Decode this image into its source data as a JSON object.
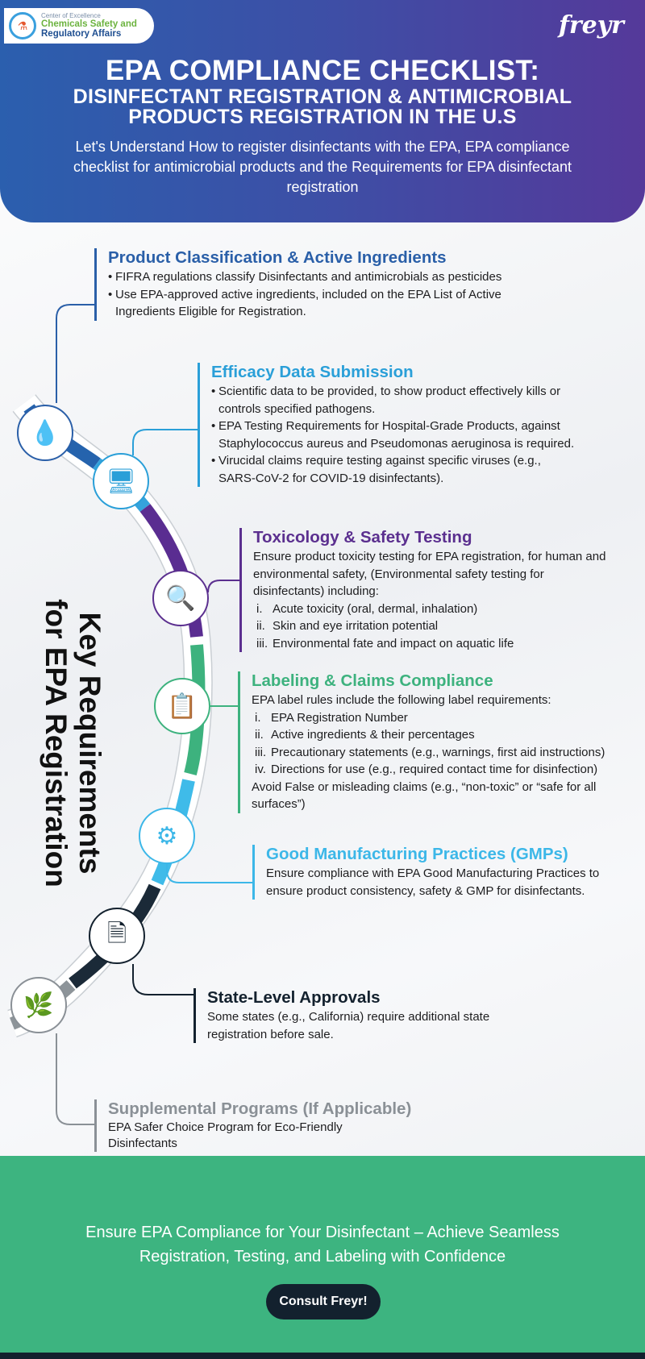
{
  "header": {
    "logo": {
      "small": "Center of Excellence",
      "line1": "Chemicals Safety and",
      "line2": "Regulatory Affairs"
    },
    "brand": "freyr",
    "title_line1": "EPA COMPLIANCE CHECKLIST:",
    "title_line2": "DISINFECTANT REGISTRATION & ANTIMICROBIAL",
    "title_line3": "PRODUCTS REGISTRATION IN THE U.S",
    "subtitle": "Let's Understand How to register disinfectants with the EPA, EPA compliance checklist for antimicrobial products and the Requirements for EPA disinfectant registration"
  },
  "side_title": {
    "line1": "Key Requirements",
    "line2": "for EPA Registration"
  },
  "colors": {
    "s1": "#2a5fa8",
    "s2": "#2a9fd8",
    "s3": "#5b2f8f",
    "s4": "#3db27e",
    "s5": "#3cb7e8",
    "s6": "#13212e",
    "s7": "#8a9096",
    "footer": "#3db480"
  },
  "sections": [
    {
      "title": "Product Classification & Active Ingredients",
      "icon": "droplet-molecule-icon",
      "items": [
        "FIFRA regulations classify Disinfectants and antimicrobials as pesticides",
        "Use EPA-approved active ingredients, included on the EPA List of Active Ingredients Eligible for Registration."
      ]
    },
    {
      "title": "Efficacy Data Submission",
      "icon": "computer-upload-icon",
      "items": [
        "Scientific data to be provided, to show product effectively kills or controls specified pathogens.",
        "EPA Testing Requirements for Hospital-Grade Products, against Staphylococcus aureus and Pseudomonas aeruginosa is required.",
        "Virucidal claims require testing against specific viruses (e.g., SARS-CoV-2 for COVID-19 disinfectants)."
      ]
    },
    {
      "title": "Toxicology & Safety Testing",
      "icon": "test-tube-magnifier-icon",
      "intro": "Ensure product toxicity testing for EPA registration, for human and environmental safety, (Environmental safety testing for disinfectants) including:",
      "items": [
        {
          "n": "i.",
          "t": "Acute toxicity (oral, dermal, inhalation)"
        },
        {
          "n": "ii.",
          "t": "Skin and eye irritation potential"
        },
        {
          "n": "iii.",
          "t": "Environmental fate and impact on aquatic life"
        }
      ]
    },
    {
      "title": "Labeling & Claims Compliance",
      "icon": "label-bottle-icon",
      "intro": "EPA label rules include the following label requirements:",
      "items": [
        {
          "n": "i.",
          "t": "EPA Registration Number"
        },
        {
          "n": "ii.",
          "t": "Active ingredients & their percentages"
        },
        {
          "n": "iii.",
          "t": "Precautionary statements (e.g., warnings, first aid instructions)"
        },
        {
          "n": "iv.",
          "t": "Directions for use (e.g., required contact time for disinfection)"
        }
      ],
      "outro": "Avoid False or misleading claims (e.g., “non-toxic” or “safe for all surfaces”)"
    },
    {
      "title": "Good Manufacturing Practices (GMPs)",
      "icon": "gear-conveyor-icon",
      "text": "Ensure compliance with EPA Good Manufacturing Practices to ensure product consistency, safety & GMP for disinfectants."
    },
    {
      "title": "State-Level Approvals",
      "icon": "document-stamp-icon",
      "text": "Some states (e.g., California) require additional state registration before sale."
    },
    {
      "title": "Supplemental Programs (If Applicable)",
      "icon": "eco-bottle-icon",
      "text": "EPA Safer Choice Program for Eco-Friendly Disinfectants"
    }
  ],
  "footer": {
    "text": "Ensure EPA Compliance for Your Disinfectant – Achieve Seamless Registration, Testing, and Labeling with Confidence",
    "cta": "Consult Freyr!"
  }
}
